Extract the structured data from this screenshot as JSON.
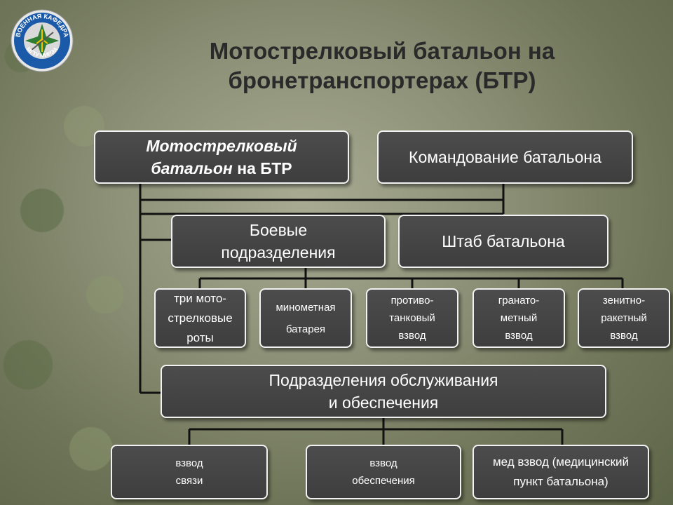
{
  "logo": {
    "text_top": "ВОЕННАЯ КАФЕДРА",
    "text_bottom": "МГТУ МИРЭА",
    "ring_color": "#1b5aa8"
  },
  "title": {
    "line1": "Мотострелковый батальон на",
    "line2": "бронетранспортерах (БТР)"
  },
  "nodes": {
    "main_line1": "Мотострелковый",
    "main_line2_italic": "батальон",
    "main_line2_rest": " на БТР",
    "command": "Командование батальона",
    "combat_line1": "Боевые",
    "combat_line2": "подразделения",
    "hq": "Штаб батальона",
    "rifle": [
      "три мото-",
      "стрелковые",
      "роты"
    ],
    "mortar": [
      "минометная",
      "батарея"
    ],
    "antitank": [
      "противо-",
      "танковый",
      "взвод"
    ],
    "grenade": [
      "гранато-",
      "метный",
      "взвод"
    ],
    "aa": [
      "зенитно-",
      "ракетный",
      "взвод"
    ],
    "service_line1": "Подразделения обслуживания",
    "service_line2": "и обеспечения",
    "comm": [
      "взвод",
      "связи"
    ],
    "supply": [
      "взвод",
      "обеспечения"
    ],
    "med": [
      "мед взвод (медицинский",
      "пункт батальона)"
    ]
  },
  "colors": {
    "box_fill": "#444444",
    "box_border": "#f2f2f2",
    "line_color": "#111111",
    "title_color": "#2a2a2a"
  }
}
